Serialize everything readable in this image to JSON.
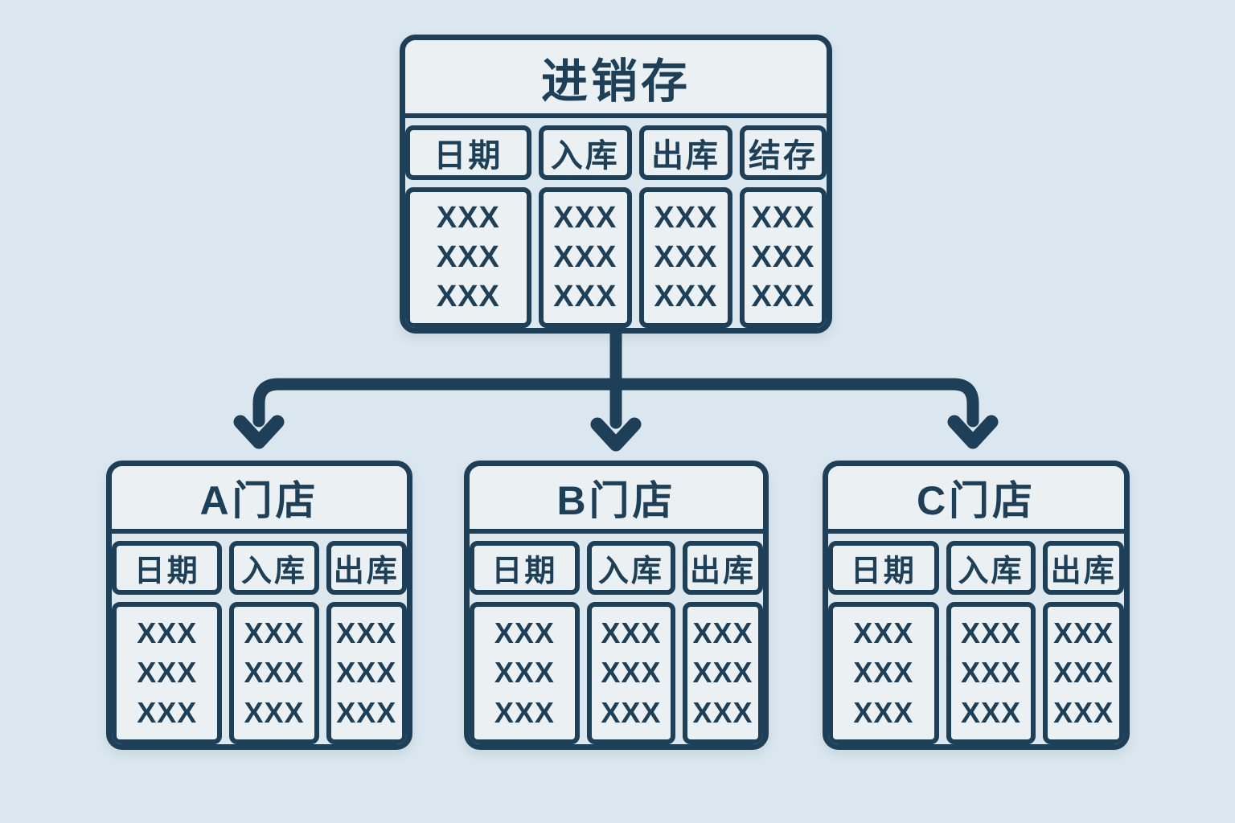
{
  "theme": {
    "bg": "#dbe7ee",
    "line": "#1d4058",
    "cell-fill": "#ebf0f3",
    "tbl-fill": "#dde8ee",
    "text": "#1d4058"
  },
  "diagram": {
    "root_table": {
      "title": "进销存",
      "columns": [
        "日期",
        "入库",
        "出库",
        "结存"
      ],
      "rows": [
        [
          "XXX",
          "XXX",
          "XXX",
          "XXX"
        ],
        [
          "XXX",
          "XXX",
          "XXX",
          "XXX"
        ],
        [
          "XXX",
          "XXX",
          "XXX",
          "XXX"
        ]
      ]
    },
    "child_tables": [
      {
        "title": "A门店",
        "columns": [
          "日期",
          "入库",
          "出库"
        ],
        "rows": [
          [
            "XXX",
            "XXX",
            "XXX"
          ],
          [
            "XXX",
            "XXX",
            "XXX"
          ],
          [
            "XXX",
            "XXX",
            "XXX"
          ]
        ]
      },
      {
        "title": "B门店",
        "columns": [
          "日期",
          "入库",
          "出库"
        ],
        "rows": [
          [
            "XXX",
            "XXX",
            "XXX"
          ],
          [
            "XXX",
            "XXX",
            "XXX"
          ],
          [
            "XXX",
            "XXX",
            "XXX"
          ]
        ]
      },
      {
        "title": "C门店",
        "columns": [
          "日期",
          "入库",
          "出库"
        ],
        "rows": [
          [
            "XXX",
            "XXX",
            "XXX"
          ],
          [
            "XXX",
            "XXX",
            "XXX"
          ],
          [
            "XXX",
            "XXX",
            "XXX"
          ]
        ]
      }
    ]
  }
}
